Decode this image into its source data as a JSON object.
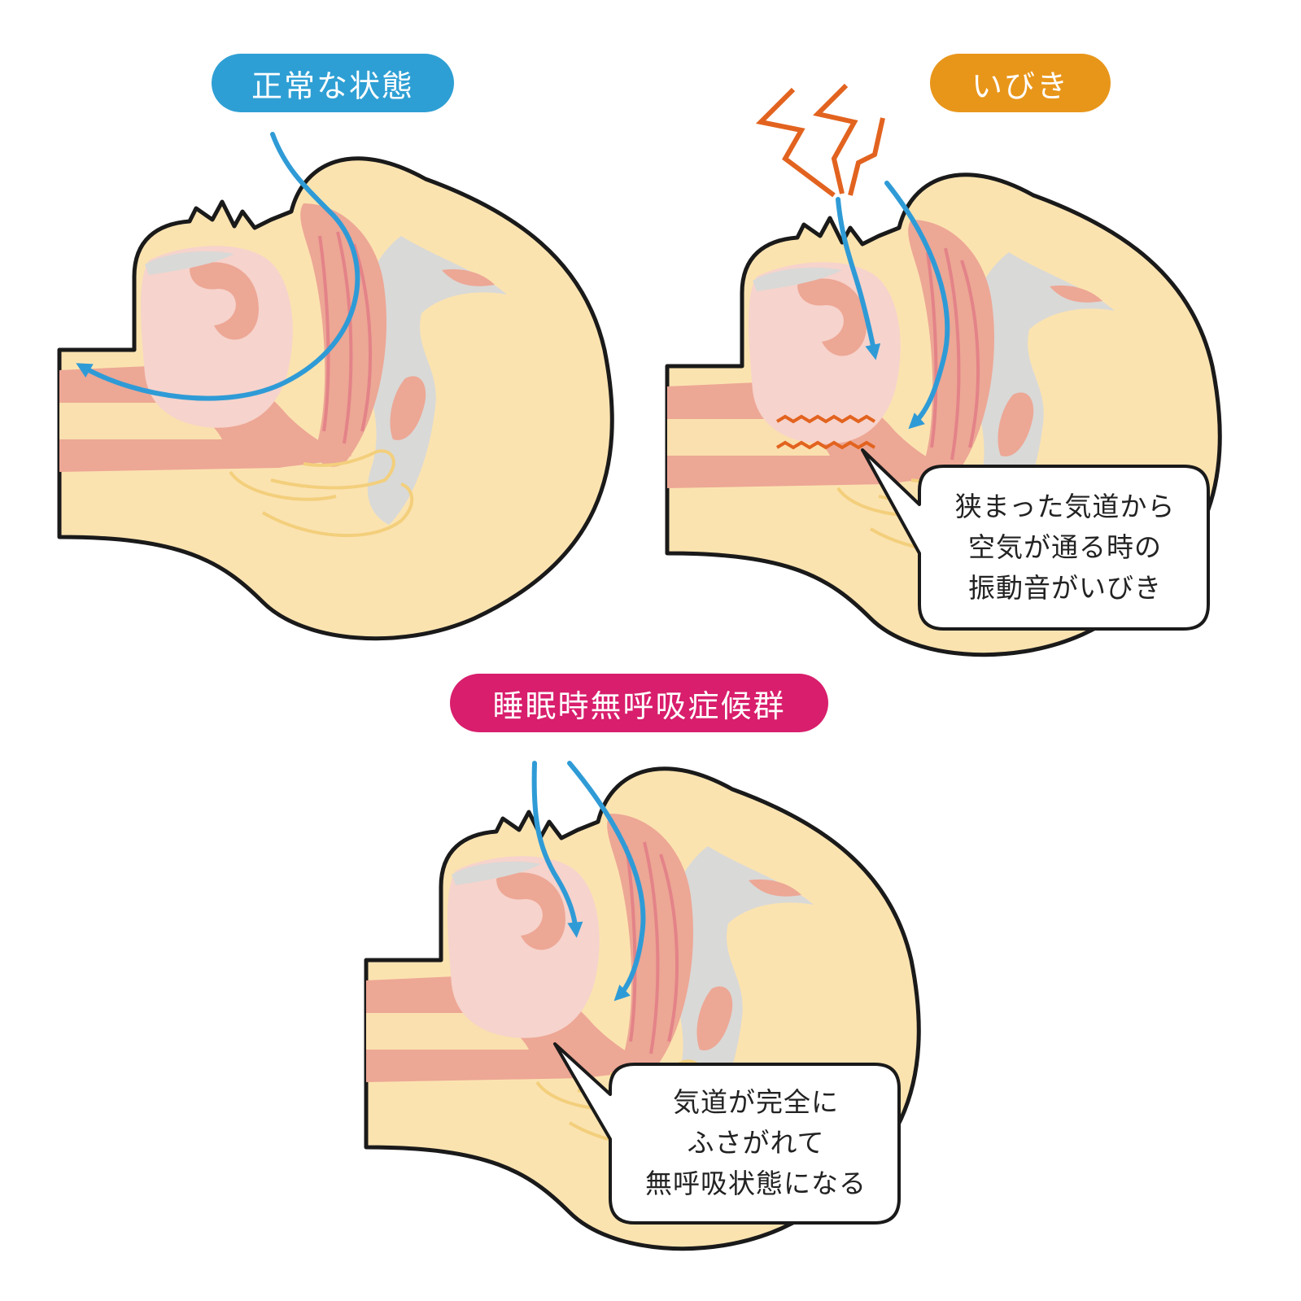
{
  "colors": {
    "skin": "#fbe3b0",
    "outline": "#1a1a1a",
    "tongue": "#f6d3cc",
    "tissue": "#eda795",
    "muscle": "#e07a84",
    "bone": "#d9d9d7",
    "ear_line": "#f3cf7c",
    "airflow": "#2f9bd6",
    "vibration": "#e2631f",
    "pill_normal": "#2e9fd4",
    "pill_snoring": "#e8961a",
    "pill_apnea": "#d81e6c"
  },
  "panels": {
    "normal": {
      "label": "正常な状態"
    },
    "snoring": {
      "label": "いびき",
      "callout": [
        "狭まった気道から",
        "空気が通る時の",
        "振動音がいびき"
      ]
    },
    "apnea": {
      "label": "睡眠時無呼吸症候群",
      "callout": [
        "気道が完全に",
        "ふさがれて",
        "無呼吸状態になる"
      ]
    }
  }
}
